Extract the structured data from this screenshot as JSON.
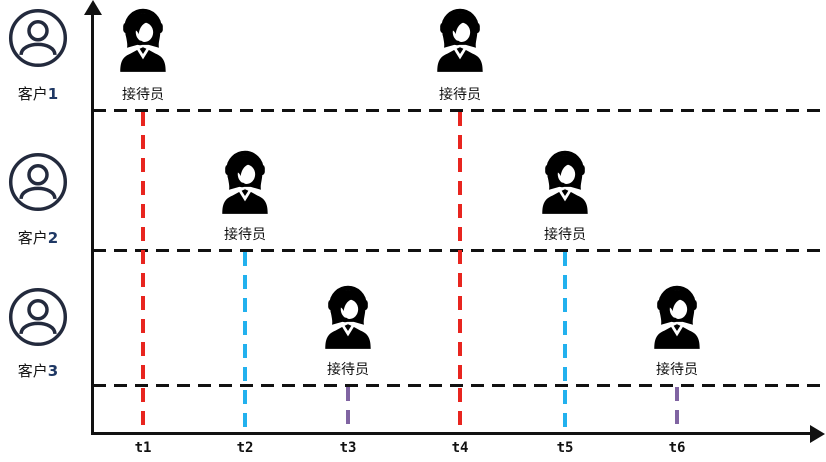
{
  "diagram": {
    "customers": [
      {
        "prefix": "客户",
        "num": "1"
      },
      {
        "prefix": "客户",
        "num": "2"
      },
      {
        "prefix": "客户",
        "num": "3"
      }
    ],
    "receptionists": [
      {
        "label": "接待员"
      },
      {
        "label": "接待员"
      },
      {
        "label": "接待员"
      },
      {
        "label": "接待员"
      },
      {
        "label": "接待员"
      },
      {
        "label": "接待员"
      }
    ],
    "time_ticks": [
      {
        "label": "t1",
        "color": "#e8251f"
      },
      {
        "label": "t2",
        "color": "#22b1ee"
      },
      {
        "label": "t3",
        "color": "#8064a2"
      },
      {
        "label": "t4",
        "color": "#e8251f"
      },
      {
        "label": "t5",
        "color": "#22b1ee"
      },
      {
        "label": "t6",
        "color": "#8064a2"
      }
    ],
    "icons": {
      "customer": "person-in-circle",
      "receptionist": "support-agent-with-headset"
    },
    "colors": {
      "axis": "#111111",
      "baseline_dash": "#111111",
      "customer_line": "#e8251f",
      "customer2_line": "#22b1ee",
      "customer3_line": "#8064a2",
      "customer_icon_stroke": "#232a3d",
      "customer_number_text": "#1f3864",
      "receptionist_icon": "#000000"
    }
  }
}
